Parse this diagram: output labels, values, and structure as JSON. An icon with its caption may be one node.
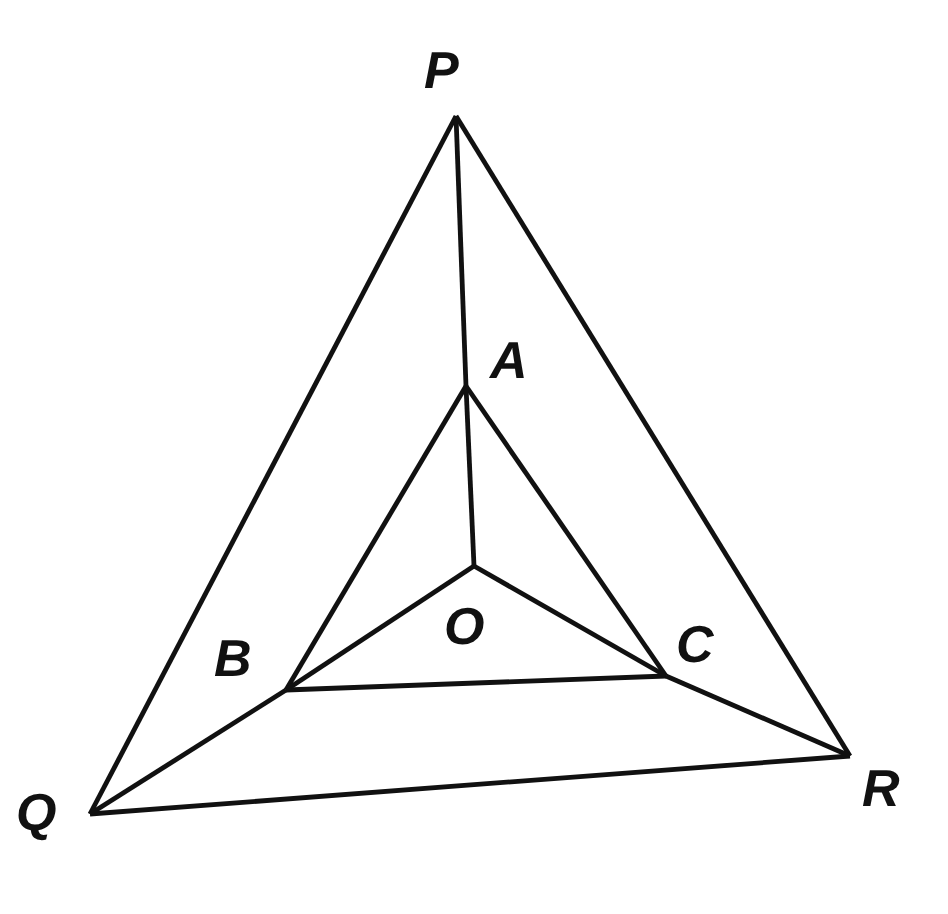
{
  "diagram": {
    "nodes": [
      {
        "text": [
          "P"
        ]
      },
      {
        "text": [
          "A"
        ]
      },
      {
        "text": [
          "B"
        ]
      },
      {
        "text": [
          "O"
        ]
      },
      {
        "text": [
          "C"
        ]
      },
      {
        "text": [
          "Q"
        ]
      },
      {
        "text": [
          "R"
        ]
      }
    ],
    "edges": [
      {
        "from": 0,
        "to": 5,
        "arrow": "none"
      },
      {
        "from": 5,
        "to": 6,
        "arrow": "none"
      },
      {
        "from": 6,
        "to": 0,
        "arrow": "none"
      },
      {
        "from": 1,
        "to": 2,
        "arrow": "none"
      },
      {
        "from": 2,
        "to": 4,
        "arrow": "none"
      },
      {
        "from": 4,
        "to": 1,
        "arrow": "none"
      },
      {
        "from": 0,
        "to": 1,
        "arrow": "none"
      },
      {
        "from": 1,
        "to": 3,
        "arrow": "none"
      },
      {
        "from": 5,
        "to": 2,
        "arrow": "none"
      },
      {
        "from": 2,
        "to": 3,
        "arrow": "none"
      },
      {
        "from": 6,
        "to": 4,
        "arrow": "none"
      },
      {
        "from": 4,
        "to": 3,
        "arrow": "none"
      }
    ]
  }
}
